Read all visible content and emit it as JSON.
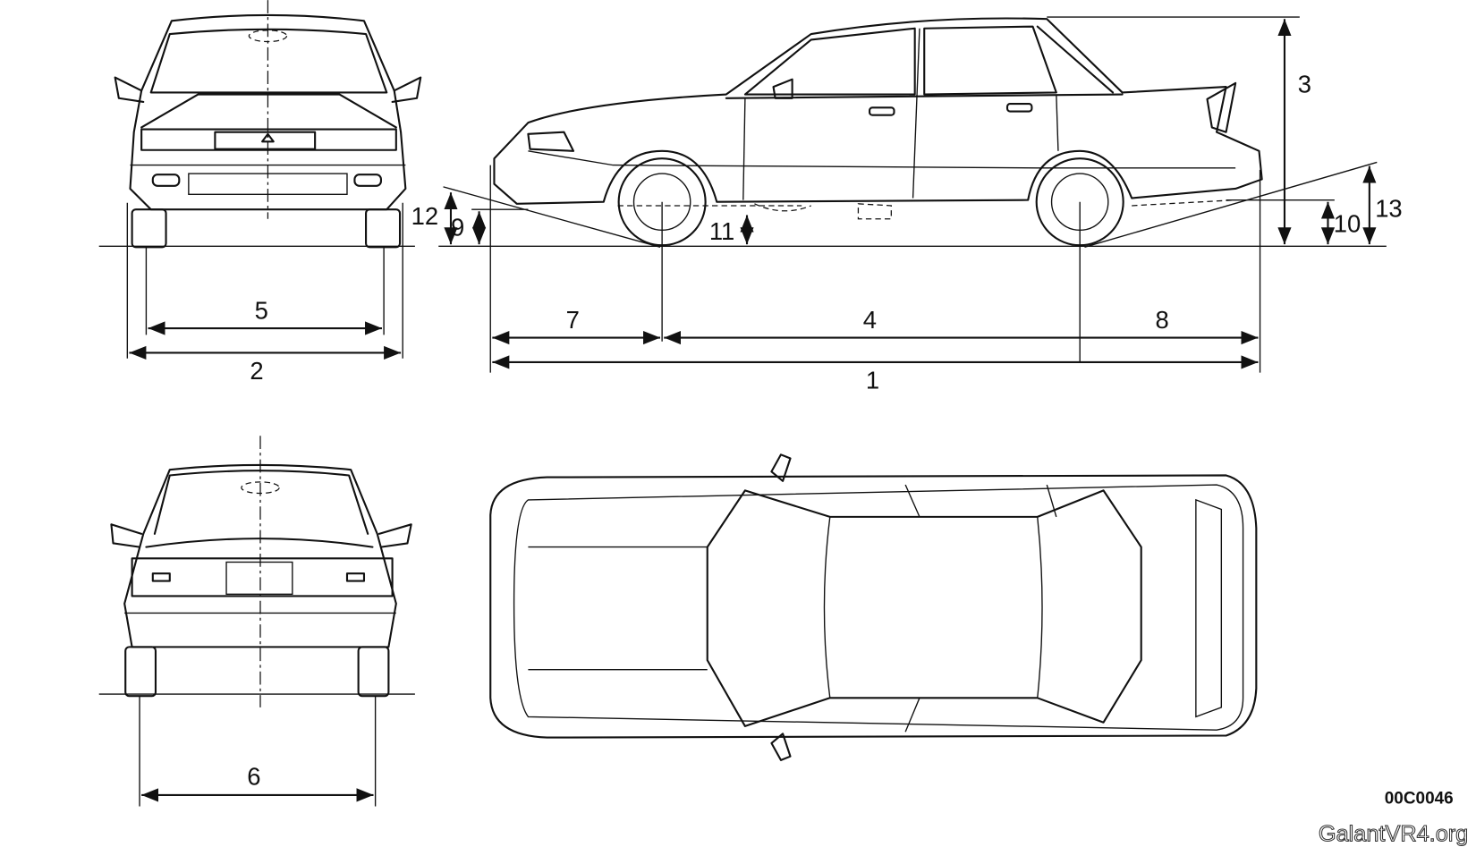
{
  "diagram": {
    "labels": {
      "d1": "1",
      "d2": "2",
      "d3": "3",
      "d4": "4",
      "d5": "5",
      "d6": "6",
      "d7": "7",
      "d8": "8",
      "d9": "9",
      "d10": "10",
      "d11": "11",
      "d12": "12",
      "d13": "13"
    },
    "drawing_code": "00C0046",
    "watermark": "GalantVR4.org"
  }
}
